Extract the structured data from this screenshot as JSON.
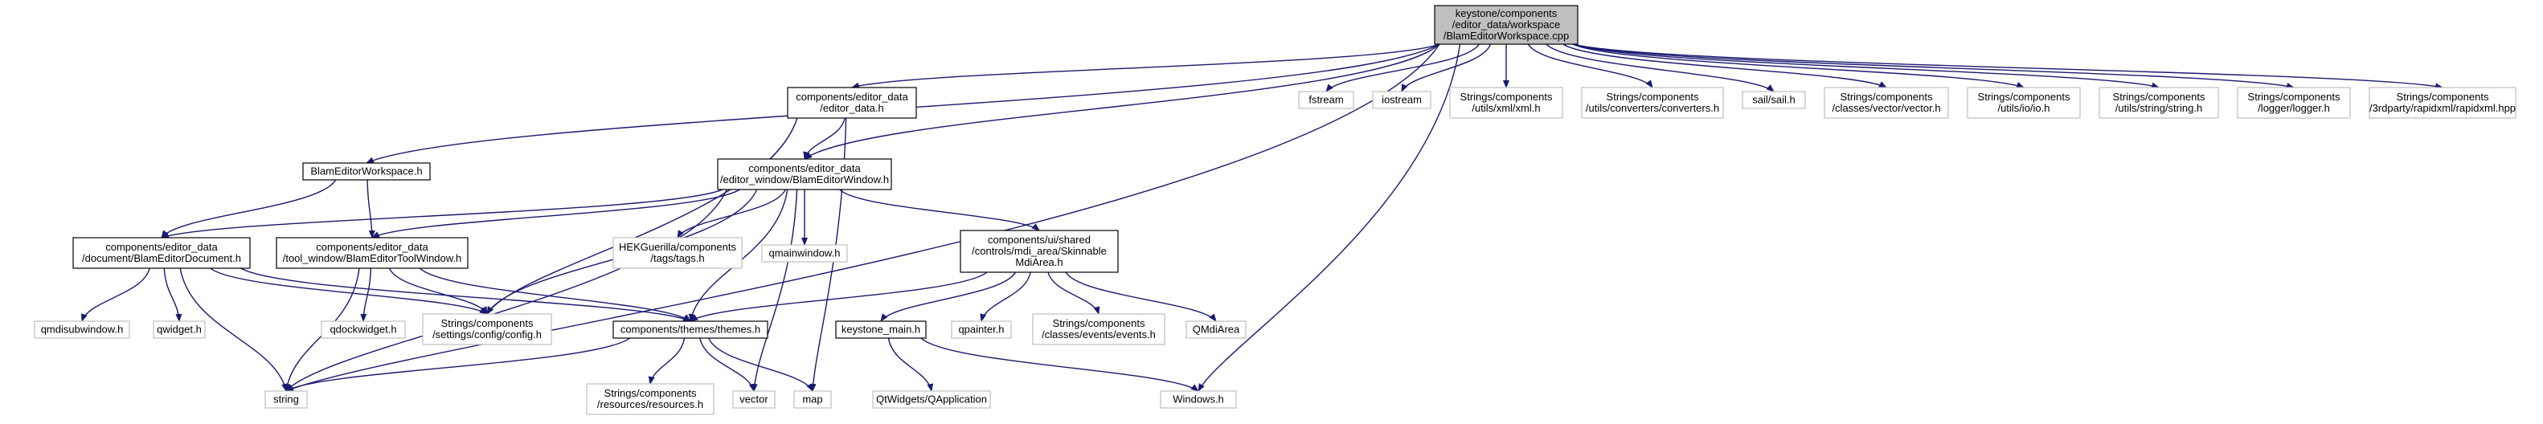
{
  "diagram": {
    "colors": {
      "edge": "#191970",
      "root_fill": "#bfbfbf",
      "documented_border": "#000000",
      "external_border": "#bfbfbf",
      "external_text": "#3f3f3f"
    },
    "nodes": {
      "root": {
        "lines": [
          "keystone/components",
          "/editor_data/workspace",
          "/BlamEditorWorkspace.cpp"
        ],
        "kind": "root"
      },
      "string": {
        "lines": [
          "string"
        ],
        "kind": "external"
      },
      "editor_data": {
        "lines": [
          "components/editor_data",
          "/editor_data.h"
        ],
        "kind": "documented"
      },
      "blam_workspace": {
        "lines": [
          "BlamEditorWorkspace.h"
        ],
        "kind": "documented"
      },
      "editor_window": {
        "lines": [
          "components/editor_data",
          "/editor_window/BlamEditorWindow.h"
        ],
        "kind": "documented"
      },
      "editor_document": {
        "lines": [
          "components/editor_data",
          "/document/BlamEditorDocument.h"
        ],
        "kind": "documented"
      },
      "tool_window": {
        "lines": [
          "components/editor_data",
          "/tool_window/BlamEditorToolWindow.h"
        ],
        "kind": "documented"
      },
      "qmdisubwindow": {
        "lines": [
          "qmdisubwindow.h"
        ],
        "kind": "external"
      },
      "qwidget": {
        "lines": [
          "qwidget.h"
        ],
        "kind": "external"
      },
      "qdockwidget": {
        "lines": [
          "qdockwidget.h"
        ],
        "kind": "external"
      },
      "config": {
        "lines": [
          "Strings/components",
          "/settings/config/config.h"
        ],
        "kind": "external"
      },
      "themes": {
        "lines": [
          "components/themes/themes.h"
        ],
        "kind": "documented"
      },
      "tags": {
        "lines": [
          "HEKGuerilla/components",
          "/tags/tags.h"
        ],
        "kind": "external"
      },
      "qmainwindow": {
        "lines": [
          "qmainwindow.h"
        ],
        "kind": "external"
      },
      "mdi_area": {
        "lines": [
          "components/ui/shared",
          "/controls/mdi_area/Skinnable",
          "MdiArea.h"
        ],
        "kind": "documented"
      },
      "keystone_main": {
        "lines": [
          "keystone_main.h"
        ],
        "kind": "documented"
      },
      "qpainter": {
        "lines": [
          "qpainter.h"
        ],
        "kind": "external"
      },
      "events": {
        "lines": [
          "Strings/components",
          "/classes/events/events.h"
        ],
        "kind": "external"
      },
      "qmdiarea": {
        "lines": [
          "QMdiArea"
        ],
        "kind": "external"
      },
      "resources": {
        "lines": [
          "Strings/components",
          "/resources/resources.h"
        ],
        "kind": "external"
      },
      "vector": {
        "lines": [
          "vector"
        ],
        "kind": "external"
      },
      "map": {
        "lines": [
          "map"
        ],
        "kind": "external"
      },
      "qapplication": {
        "lines": [
          "QtWidgets/QApplication"
        ],
        "kind": "external"
      },
      "windows": {
        "lines": [
          "Windows.h"
        ],
        "kind": "external"
      },
      "fstream": {
        "lines": [
          "fstream"
        ],
        "kind": "external"
      },
      "iostream": {
        "lines": [
          "iostream"
        ],
        "kind": "external"
      },
      "xml": {
        "lines": [
          "Strings/components",
          "/utils/xml/xml.h"
        ],
        "kind": "external"
      },
      "converters": {
        "lines": [
          "Strings/components",
          "/utils/converters/converters.h"
        ],
        "kind": "external"
      },
      "sail": {
        "lines": [
          "sail/sail.h"
        ],
        "kind": "external"
      },
      "vectorclass": {
        "lines": [
          "Strings/components",
          "/classes/vector/vector.h"
        ],
        "kind": "external"
      },
      "io": {
        "lines": [
          "Strings/components",
          "/utils/io/io.h"
        ],
        "kind": "external"
      },
      "stringh": {
        "lines": [
          "Strings/components",
          "/utils/string/string.h"
        ],
        "kind": "external"
      },
      "logger": {
        "lines": [
          "Strings/components",
          "/logger/logger.h"
        ],
        "kind": "external"
      },
      "rapidxml": {
        "lines": [
          "Strings/components",
          "/3rdparty/rapidxml/rapidxml.hpp"
        ],
        "kind": "external"
      }
    },
    "edges": [
      [
        "root",
        "string"
      ],
      [
        "root",
        "editor_data"
      ],
      [
        "root",
        "blam_workspace"
      ],
      [
        "root",
        "editor_window"
      ],
      [
        "root",
        "windows"
      ],
      [
        "root",
        "fstream"
      ],
      [
        "root",
        "iostream"
      ],
      [
        "root",
        "xml"
      ],
      [
        "root",
        "converters"
      ],
      [
        "root",
        "sail"
      ],
      [
        "root",
        "vectorclass"
      ],
      [
        "root",
        "io"
      ],
      [
        "root",
        "stringh"
      ],
      [
        "root",
        "logger"
      ],
      [
        "root",
        "rapidxml"
      ],
      [
        "editor_data",
        "editor_window"
      ],
      [
        "editor_data",
        "config"
      ],
      [
        "editor_data",
        "map"
      ],
      [
        "blam_workspace",
        "editor_document"
      ],
      [
        "blam_workspace",
        "tool_window"
      ],
      [
        "editor_window",
        "editor_document"
      ],
      [
        "editor_window",
        "tool_window"
      ],
      [
        "editor_window",
        "config"
      ],
      [
        "editor_window",
        "themes"
      ],
      [
        "editor_window",
        "tags"
      ],
      [
        "editor_window",
        "qmainwindow"
      ],
      [
        "editor_window",
        "mdi_area"
      ],
      [
        "editor_window",
        "vector"
      ],
      [
        "editor_window",
        "string"
      ],
      [
        "editor_document",
        "qmdisubwindow"
      ],
      [
        "editor_document",
        "qwidget"
      ],
      [
        "editor_document",
        "config"
      ],
      [
        "editor_document",
        "themes"
      ],
      [
        "editor_document",
        "string"
      ],
      [
        "tool_window",
        "qdockwidget"
      ],
      [
        "tool_window",
        "config"
      ],
      [
        "tool_window",
        "themes"
      ],
      [
        "tool_window",
        "string"
      ],
      [
        "mdi_area",
        "themes"
      ],
      [
        "mdi_area",
        "keystone_main"
      ],
      [
        "mdi_area",
        "qpainter"
      ],
      [
        "mdi_area",
        "events"
      ],
      [
        "mdi_area",
        "qmdiarea"
      ],
      [
        "themes",
        "string"
      ],
      [
        "themes",
        "resources"
      ],
      [
        "themes",
        "vector"
      ],
      [
        "themes",
        "map"
      ],
      [
        "keystone_main",
        "qapplication"
      ],
      [
        "keystone_main",
        "windows"
      ]
    ]
  }
}
